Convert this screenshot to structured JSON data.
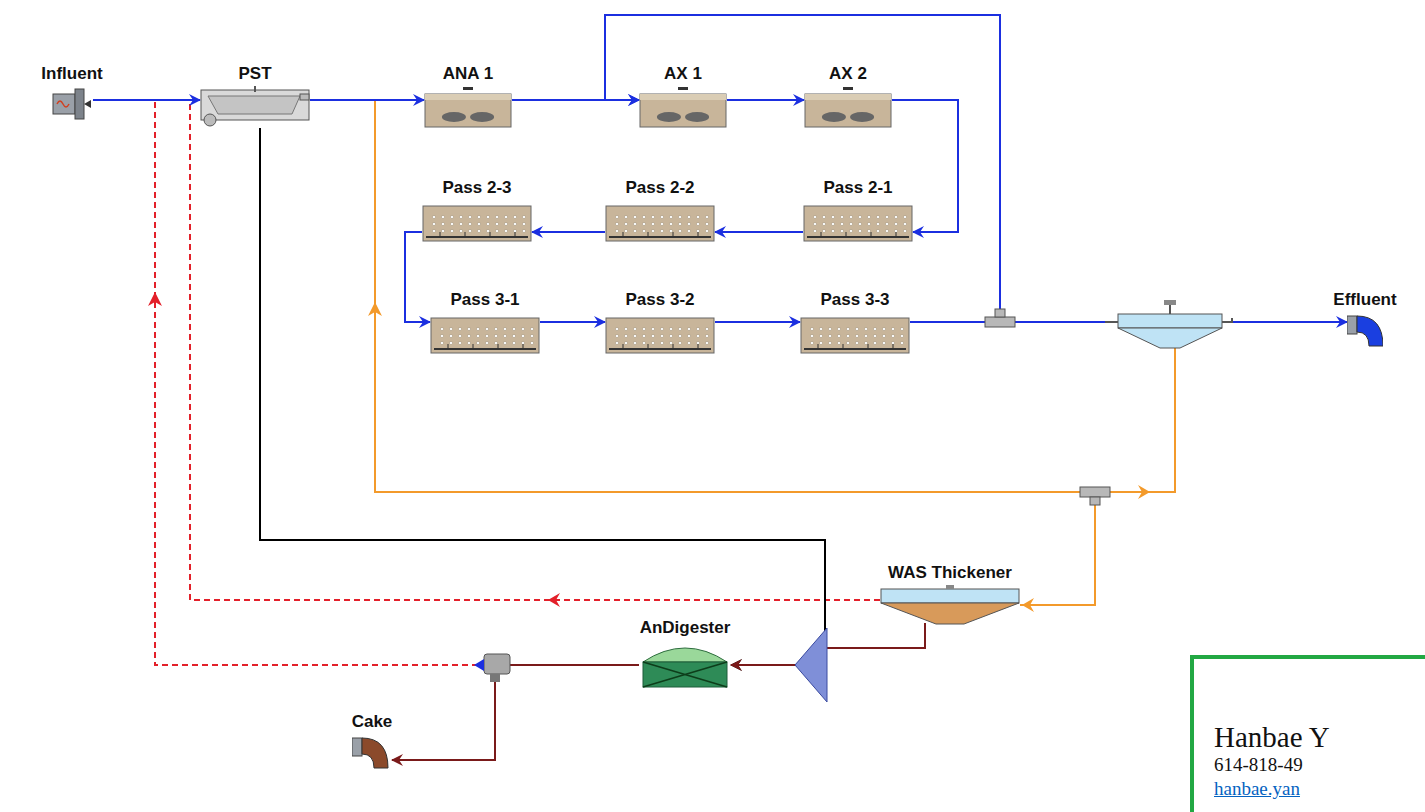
{
  "diagram": {
    "nodes": [
      {
        "text": [
          "Influent"
        ]
      },
      {
        "text": [
          "PST"
        ]
      },
      {
        "text": [
          "ANA 1"
        ]
      },
      {
        "text": [
          "AX 1"
        ]
      },
      {
        "text": [
          "AX 2"
        ]
      },
      {
        "text": [
          "Pass 2-3"
        ]
      },
      {
        "text": [
          "Pass 2-2"
        ]
      },
      {
        "text": [
          "Pass 2-1"
        ]
      },
      {
        "text": [
          "Pass 3-1"
        ]
      },
      {
        "text": [
          "Pass 3-2"
        ]
      },
      {
        "text": [
          "Pass 3-3"
        ]
      },
      {
        "text": [
          "Effluent"
        ]
      },
      {
        "text": [
          "WAS Thickener"
        ]
      },
      {
        "text": [
          "AnDigester"
        ]
      },
      {
        "text": [
          "Cake"
        ]
      },
      {
        "text": [
          "Hanbae Y",
          "614-818-49",
          "hanbae.yan"
        ]
      }
    ],
    "edges": [
      {
        "from": 0,
        "to": 1,
        "arrow": "to"
      },
      {
        "from": 1,
        "to": 2,
        "arrow": "to"
      },
      {
        "from": 2,
        "to": 3,
        "arrow": "to"
      },
      {
        "from": 3,
        "to": 4,
        "arrow": "to"
      },
      {
        "from": 4,
        "to": 7,
        "arrow": "to"
      },
      {
        "from": 7,
        "to": 6,
        "arrow": "to"
      },
      {
        "from": 6,
        "to": 5,
        "arrow": "to"
      },
      {
        "from": 5,
        "to": 8,
        "arrow": "to"
      },
      {
        "from": 8,
        "to": 9,
        "arrow": "to"
      },
      {
        "from": 9,
        "to": 10,
        "arrow": "to"
      },
      {
        "from": 10,
        "to": 3,
        "arrow": "to"
      },
      {
        "from": 10,
        "to": 11,
        "arrow": "to"
      },
      {
        "from": 1,
        "to": 13,
        "arrow": "to"
      },
      {
        "from": 12,
        "to": 13,
        "arrow": "to"
      },
      {
        "from": 13,
        "to": 14,
        "arrow": "to"
      }
    ]
  }
}
